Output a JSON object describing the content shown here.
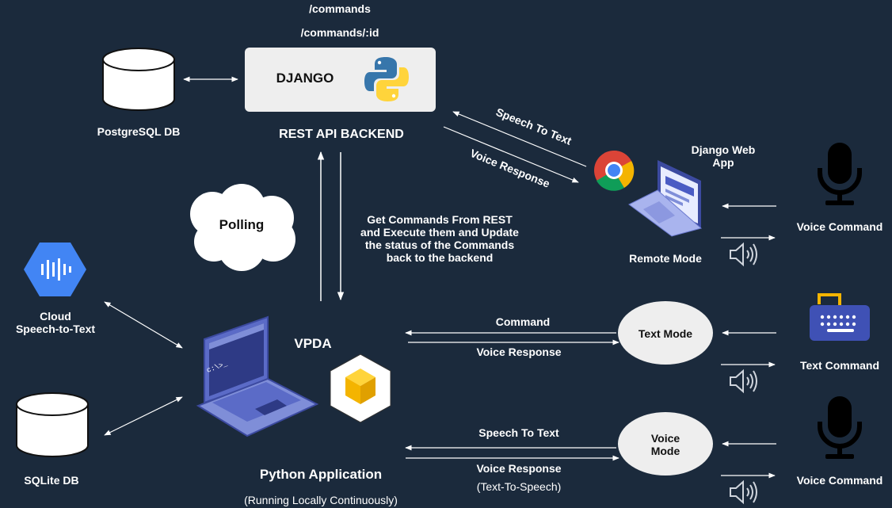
{
  "endpoints": {
    "list": "/commands",
    "detail": "/commands/:id"
  },
  "django": {
    "name": "DJANGO",
    "caption": "REST API BACKEND"
  },
  "postgres": {
    "label": "PostgreSQL DB"
  },
  "sqlite": {
    "label": "SQLite DB"
  },
  "cloud_stt": {
    "line1": "Cloud",
    "line2": "Speech-to-Text"
  },
  "polling": {
    "label": "Polling"
  },
  "note": {
    "line1": "Get Commands From REST",
    "line2": "and Execute them and Update",
    "line3": "the status of the Commands",
    "line4": "back to the backend"
  },
  "remote_link": {
    "up": "Speech To Text",
    "down": "Voice Response"
  },
  "remote": {
    "app": "Django Web App",
    "mode": "Remote Mode"
  },
  "vpda": {
    "name": "VPDA",
    "title": "Python Application",
    "subtitle": "(Running  Locally Continuously)"
  },
  "text_mode": {
    "label": "Text Mode",
    "in": "Command",
    "out": "Voice Response"
  },
  "voice_mode": {
    "label": "Voice Mode",
    "in": "Speech To Text",
    "out": "Voice Response",
    "out_sub": "(Text-To-Speech)"
  },
  "inputs": {
    "voice_top": "Voice Command",
    "text": "Text Command",
    "voice_bottom": "Voice Command"
  },
  "colors": {
    "background": "#1b2a3c",
    "box": "#eeeeee",
    "laptop": "#7f8ed8",
    "google_blue": "#4285f4",
    "python_blue": "#3776ab",
    "python_yellow": "#ffd43b"
  }
}
